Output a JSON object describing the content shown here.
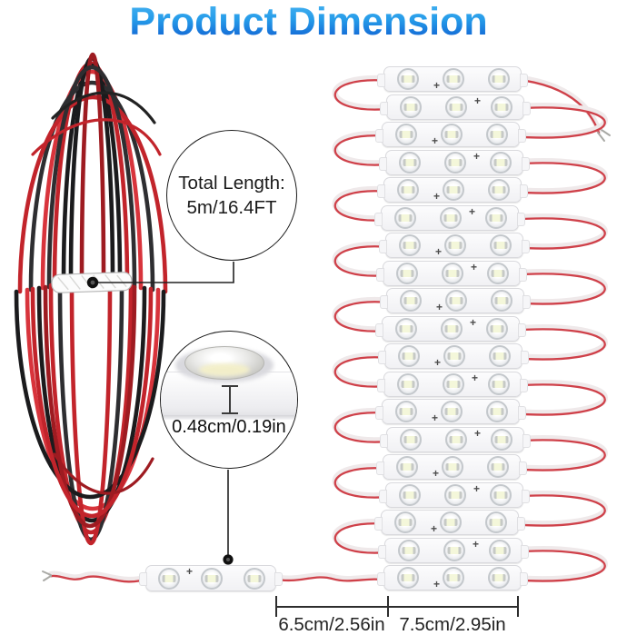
{
  "title": "Product Dimension",
  "callouts": {
    "total_length": {
      "label": "Total Length:",
      "value": "5m/16.4FT"
    },
    "thickness": {
      "value": "0.48cm/0.19in"
    }
  },
  "dimensions": {
    "gap": "6.5cm/2.56in",
    "module_length": "7.5cm/2.95in"
  },
  "stack": {
    "module_count": 19
  },
  "module": {
    "led_count": 3,
    "plus_mark": "+"
  },
  "colors": {
    "title_blue_top": "#4ab6f2",
    "title_blue_bottom": "#0b52cc",
    "coil_red": "#c2242b",
    "coil_black": "#1b1b1d",
    "pair_red": "#cf4049",
    "pair_white": "#efe9ea"
  }
}
